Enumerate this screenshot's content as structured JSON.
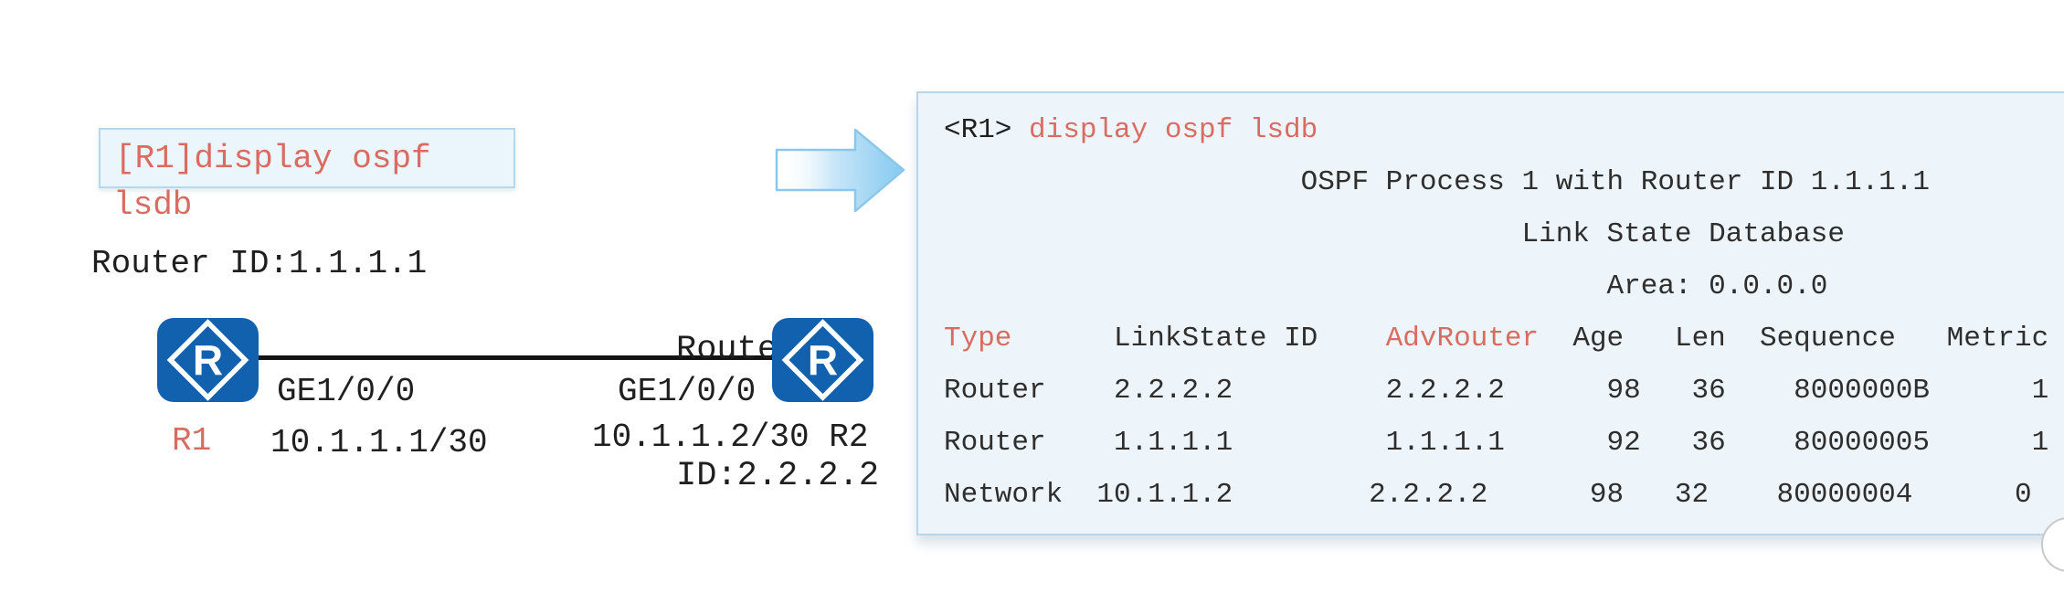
{
  "colors": {
    "accent_red": "#d96c60",
    "router_blue": "#1161ae",
    "panel_bg": "#edf5fa",
    "panel_border": "#b7d7e9",
    "link_black": "#141414"
  },
  "diagram": {
    "command_line1": "[R1]display ospf",
    "command_line2": "lsdb",
    "icon_letter": "R",
    "router1": {
      "id_label": "Router ID:1.1.1.1",
      "name": "R1",
      "interface": "GE1/0/0",
      "ip": "10.1.1.1/30"
    },
    "router2": {
      "id_line1": "Router",
      "id_line2": "ID:2.2.2.2",
      "interface": "GE1/0/0",
      "ip_name": "10.1.1.2/30 R2"
    }
  },
  "terminal": {
    "prompt": "<R1> ",
    "command": "display ospf lsdb",
    "line_process": "                     OSPF Process 1 with Router ID 1.1.1.1",
    "line_lsdb": "                                  Link State Database",
    "line_area": "                                       Area: 0.0.0.0",
    "header": {
      "type": "Type",
      "mid1": "      LinkState ID    ",
      "adv": "AdvRouter",
      "mid2": "  Age   Len  Sequence   Metric"
    },
    "rows": [
      "Router    2.2.2.2         2.2.2.2      98   36    8000000B      1",
      "Router    1.1.1.1         1.1.1.1      92   36    80000005      1",
      "Network  10.1.1.2        2.2.2.2      98   32    80000004      0"
    ]
  }
}
